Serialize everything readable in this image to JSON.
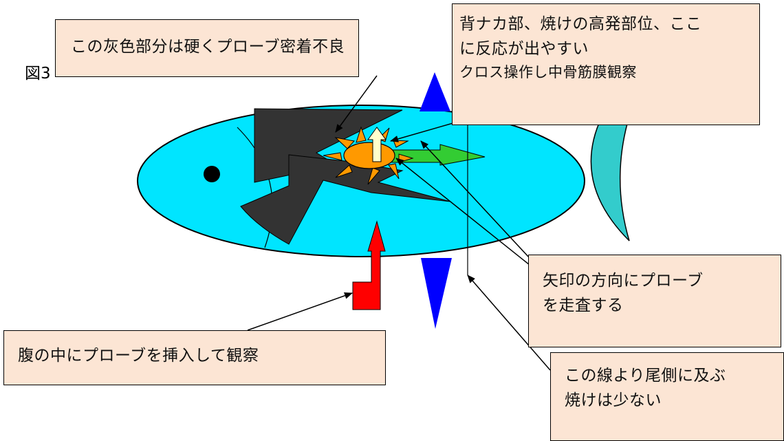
{
  "figure_label": "図3",
  "callouts": {
    "gray_area": "この灰色部分は硬くプローブ密着不良",
    "dorsal": {
      "line1": "背ナカ部、焼けの高発部位、ここ",
      "line2": "に反応が出やすい",
      "line3": "クロス操作し中骨筋膜観察"
    },
    "scan_direction": {
      "line1": "矢印の方向にプローブ",
      "line2": "を走査する"
    },
    "belly": "腹の中にプローブを挿入して観察",
    "tail_line": {
      "line1": "この線より尾側に及ぶ",
      "line2": "焼けは少ない"
    }
  },
  "colors": {
    "body": "#00e5ff",
    "gray_area": "#333333",
    "target": "#ff9900",
    "spikes": "#ff9900",
    "arrow_up": "#ffffcc",
    "arrow_right": "#33cc33",
    "probe_arrow": "#ff0000",
    "markers": "#0000ff",
    "tail": "#33cccc",
    "callout_fill": "#fce5d4"
  }
}
